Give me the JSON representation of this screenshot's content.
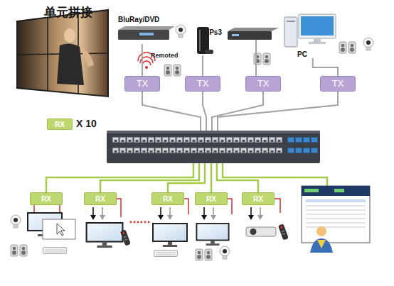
{
  "diagram": {
    "nodes": [
      {
        "text": [
          "BluRay/DVD"
        ]
      },
      {
        "text": [
          "Ps3"
        ]
      },
      {
        "text": [
          "PC"
        ]
      },
      {
        "text": [
          "TX"
        ]
      },
      {
        "text": [
          "TX"
        ]
      },
      {
        "text": [
          "TX"
        ]
      },
      {
        "text": [
          "TX"
        ]
      },
      {
        "text": [
          "RX"
        ]
      },
      {
        "text": [
          "RX"
        ]
      },
      {
        "text": [
          "RX"
        ]
      },
      {
        "text": [
          "RX"
        ]
      },
      {
        "text": [
          "RX"
        ]
      },
      {
        "text": [
          "RX"
        ]
      }
    ],
    "edges": [
      {
        "from": 0,
        "to": 3,
        "arrow": "none"
      },
      {
        "from": 1,
        "to": 4,
        "arrow": "none"
      },
      {
        "from": 2,
        "to": 6,
        "arrow": "none"
      }
    ],
    "labels": [
      "单元拼接",
      "Remoted",
      "X 10"
    ]
  }
}
